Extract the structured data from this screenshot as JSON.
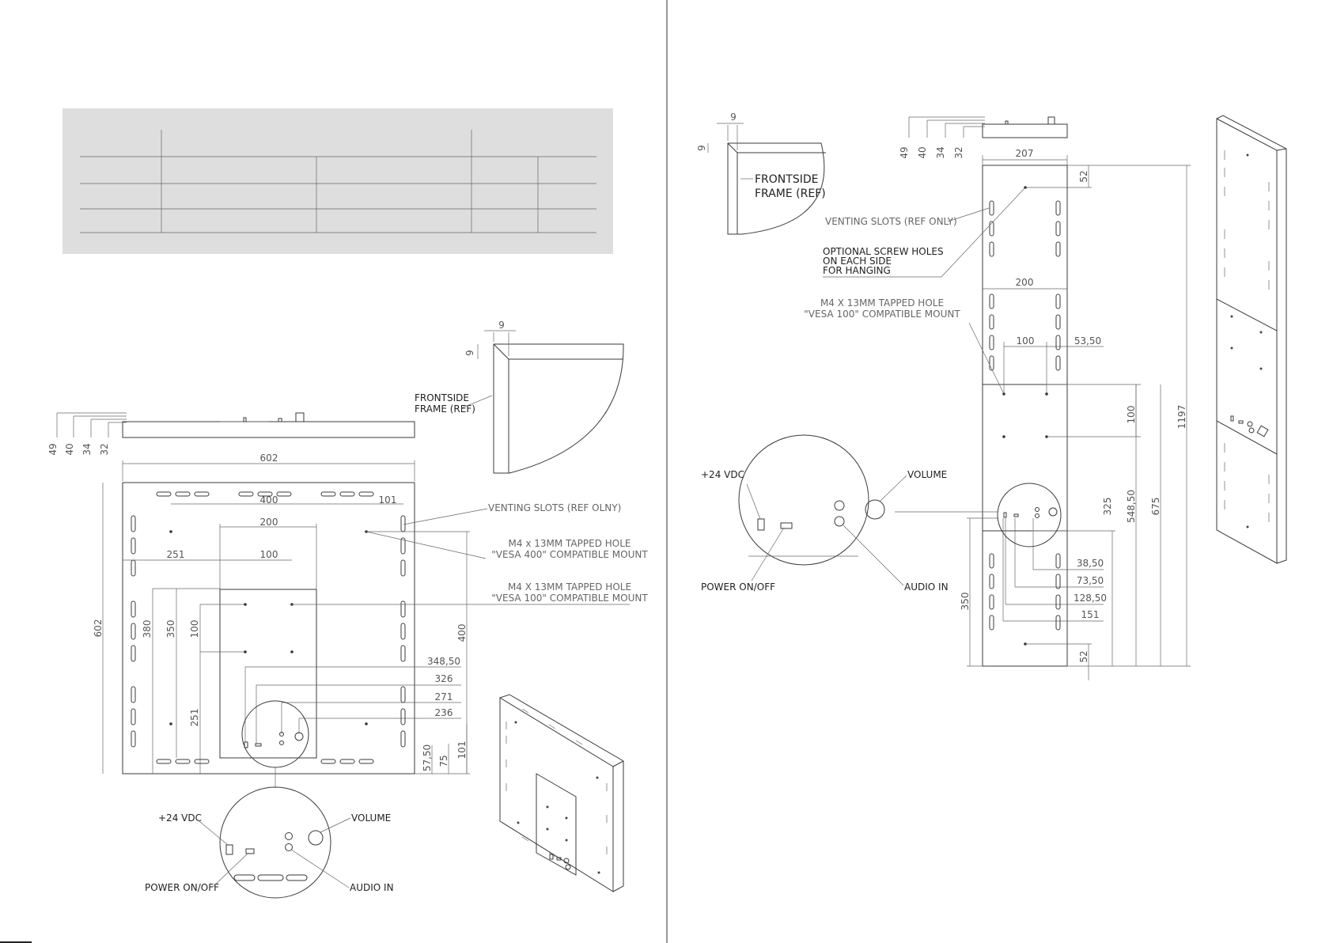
{
  "spec_table": {
    "rows": 4,
    "note": ""
  },
  "left_view": {
    "dims_top": [
      "49",
      "40",
      "34",
      "32"
    ],
    "width": "602",
    "height": "602",
    "d400": "400",
    "d101_top": "101",
    "d200": "200",
    "d251_h": "251",
    "d100_h": "100",
    "d380": "380",
    "d350": "350",
    "d100_v": "100",
    "d251_v": "251",
    "d400_v": "400",
    "d34850": "348,50",
    "d326": "326",
    "d271": "271",
    "d236": "236",
    "d5750": "57,50",
    "d75": "75",
    "d101_v": "101",
    "d9a": "9",
    "d9b": "9",
    "venting": "VENTING SLOTS (REF OLNY)",
    "vesa400_1": "M4 x 13MM TAPPED HOLE",
    "vesa400_2": "\"VESA 400\" COMPATIBLE MOUNT",
    "vesa100_1": "M4 X 13MM TAPPED HOLE",
    "vesa100_2": "\"VESA 100\" COMPATIBLE MOUNT",
    "frontside_1": "FRONTSIDE",
    "frontside_2": "FRAME (REF)",
    "vdc": "+24 VDC",
    "volume": "VOLUME",
    "power": "POWER ON/OFF",
    "audio": "AUDIO IN"
  },
  "right_view": {
    "dims_top": [
      "49",
      "40",
      "34",
      "32"
    ],
    "d9a": "9",
    "d9b": "9",
    "frontside_1": "FRONTSIDE",
    "frontside_2": "FRAME (REF)",
    "d207": "207",
    "d52_top": "52",
    "venting": "VENTING SLOTS (REF ONLY)",
    "screw_1": "OPTIONAL SCREW HOLES",
    "screw_2": "ON EACH SIDE",
    "screw_3": "FOR HANGING",
    "d200": "200",
    "vesa_1": "M4 X 13MM TAPPED HOLE",
    "vesa_2": "\"VESA 100\" COMPATIBLE MOUNT",
    "d100": "100",
    "d5350": "53,50",
    "d100_v": "100",
    "d325": "325",
    "d54850": "548,50",
    "d675": "675",
    "d1197": "1197",
    "d3850": "38,50",
    "d7350": "73,50",
    "d12850": "128,50",
    "d151": "151",
    "d350": "350",
    "d52_bot": "52",
    "vdc": "+24 VDC",
    "volume": "VOLUME",
    "power": "POWER ON/OFF",
    "audio": "AUDIO IN"
  }
}
